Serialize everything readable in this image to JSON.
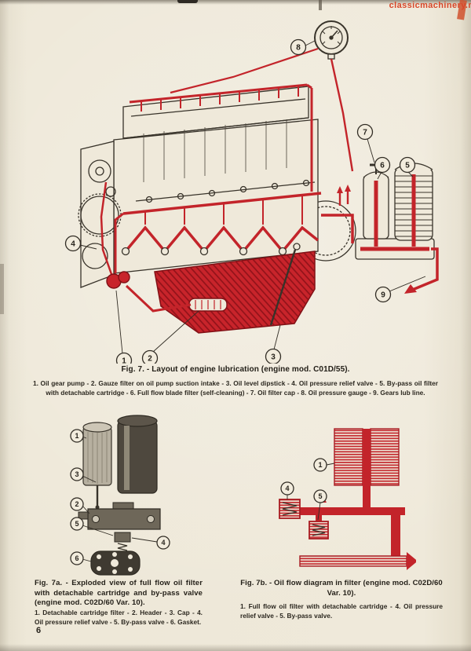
{
  "page": {
    "number": "6",
    "watermark": "classicmachinery.ne"
  },
  "colors": {
    "accent_red": "#c3242a",
    "paper": "#ece6d6",
    "watermark_red": "#d8472a"
  },
  "fig7": {
    "caption": "Fig. 7. - Layout of engine lubrication (engine mod. C01D/55).",
    "parts": "1. Oil gear pump - 2. Gauze filter on oil pump suction intake - 3. Oil level dipstick - 4. Oil pressure relief valve - 5. By-pass oil filter with detachable cartridge - 6. Full flow blade filter (self-cleaning) - 7. Oil filter cap - 8. Oil pressure gauge - 9. Gears lub line.",
    "callouts": [
      "1",
      "2",
      "3",
      "4",
      "5",
      "6",
      "7",
      "8",
      "9"
    ]
  },
  "fig7a": {
    "caption": "Fig. 7a. - Exploded view of full flow oil filter with detachable cartridge and by-pass valve (engine mod. C02D/60 Var. 10).",
    "parts": "1. Detachable cartridge filter - 2. Header - 3. Cap - 4. Oil pressure relief valve - 5. By-pass valve - 6. Gasket.",
    "callouts": [
      "1",
      "3",
      "2",
      "5",
      "4",
      "6"
    ]
  },
  "fig7b": {
    "caption": "Fig. 7b. - Oil flow diagram in filter (engine mod. C02D/60 Var. 10).",
    "parts": "1. Full flow oil filter with detachable cartridge - 4. Oil pressure relief valve - 5. By-pass valve.",
    "callouts": [
      "1",
      "5",
      "4"
    ]
  }
}
